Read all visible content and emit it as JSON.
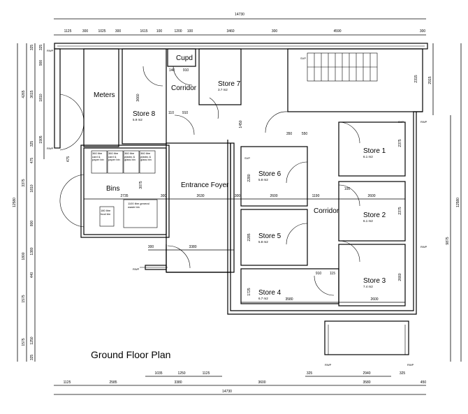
{
  "title": "Ground Floor Plan",
  "rooms": {
    "meters": "Meters",
    "store8": {
      "name": "Store  8",
      "area": "5.9 m2"
    },
    "cupd": "Cupd",
    "corridor_top": "Corridor",
    "store7": {
      "name": "Store  7",
      "area": "3.7 m2"
    },
    "bins": "Bins",
    "foyer": "Entrance  Foyer",
    "store6": {
      "name": "Store  6",
      "area": "5.8 m2"
    },
    "store5": {
      "name": "Store  5",
      "area": "5.8 m2"
    },
    "store4": {
      "name": "Store  4",
      "area": "6.7 m2"
    },
    "corridor_mid": "Corridor",
    "store1": {
      "name": "Store  1",
      "area": "6.1 m2"
    },
    "store2": {
      "name": "Store  2",
      "area": "6.1 m2"
    },
    "store3": {
      "name": "Store  3",
      "area": "7.4 m2"
    }
  },
  "bins": [
    "360 litre card & paper bin",
    "360 litre card & paper bin",
    "360 litre plastic & glass bin",
    "360 litre plastic & glass bin",
    "1100 litre general waste bin",
    "180 litre food bin"
  ],
  "tags": {
    "svp": "SVP",
    "rwp": "RWP"
  },
  "dims": {
    "top_overall": "14730",
    "top": [
      "1125",
      "300",
      "1025",
      "300",
      "1615",
      "100",
      "1200",
      "100",
      "3460",
      "300",
      "4590",
      "300"
    ],
    "bottom_row1": [
      "1035",
      "1250",
      "1125",
      "325",
      "2940",
      "325"
    ],
    "bottom_row2": [
      "1125",
      "2585",
      "3380",
      "3600",
      "3580",
      "450"
    ],
    "bottom_overall": "14730",
    "left_overall": "12580",
    "left_col2": [
      "4265",
      "3375",
      "1800",
      "1575",
      "1575"
    ],
    "left_col3": [
      "325",
      "3615",
      "325",
      "475",
      "1810",
      "800",
      "1380",
      "440",
      "1250",
      "325"
    ],
    "left_col4": [
      "325",
      "900",
      "1810",
      "1905"
    ],
    "right": [
      "2915",
      "12580",
      "9875",
      "2315"
    ],
    "interior": [
      "2735",
      "300",
      "2630",
      "300",
      "3380",
      "300",
      "2600",
      "2600",
      "3580",
      "2600",
      "3075",
      "2280",
      "2285",
      "1725",
      "2660",
      "2375",
      "2375",
      "1450",
      "3660",
      "140",
      "910",
      "110",
      "910",
      "350",
      "550",
      "1190",
      "910",
      "115",
      "100",
      "475"
    ]
  }
}
